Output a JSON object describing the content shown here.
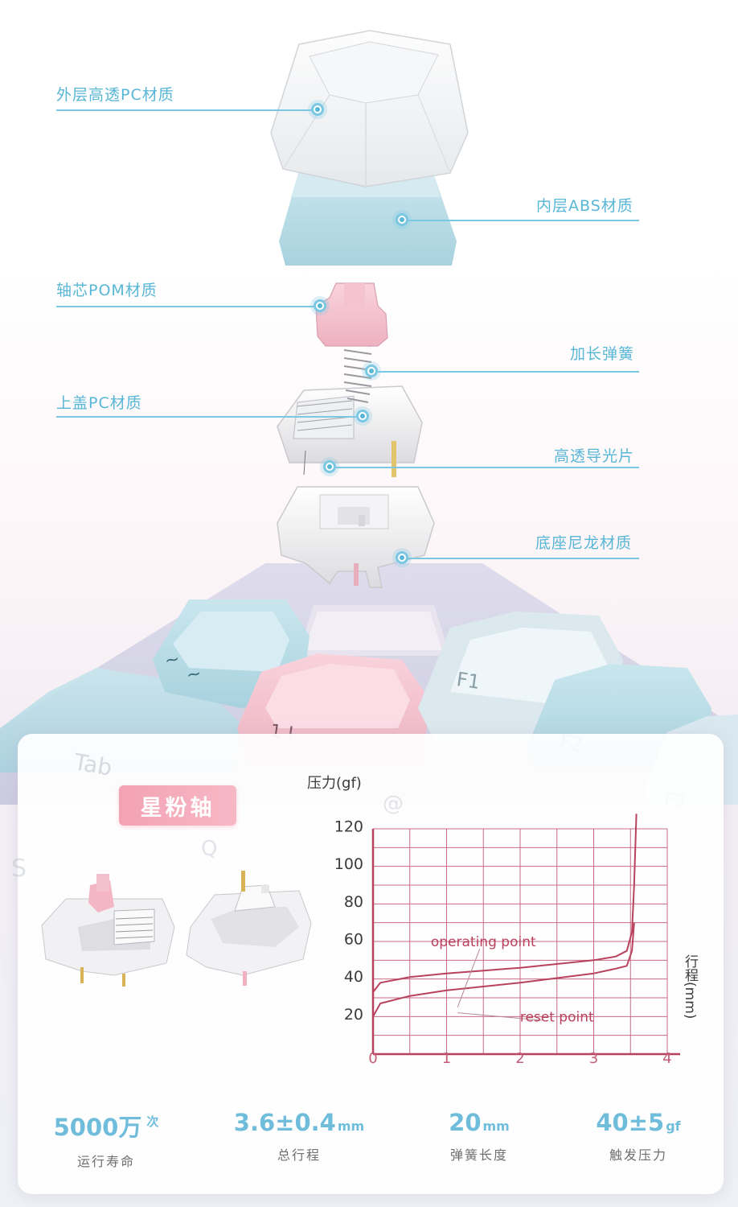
{
  "callouts": [
    {
      "id": "outer-pc",
      "label": "外层高透PC材质"
    },
    {
      "id": "inner-abs",
      "label": "内层ABS材质"
    },
    {
      "id": "stem-pom",
      "label": "轴芯POM材质"
    },
    {
      "id": "long-spring",
      "label": "加长弹簧"
    },
    {
      "id": "top-housing-pc",
      "label": "上盖PC材质"
    },
    {
      "id": "light-guide",
      "label": "高透导光片"
    },
    {
      "id": "base-nylon",
      "label": "底座尼龙材质"
    }
  ],
  "keycap_legends": {
    "tilde": "~",
    "tilde2": "~",
    "one": "1 !",
    "f1": "F1",
    "f2": "F2",
    "f3": "F3",
    "tab": "Tab",
    "q": "Q",
    "at": "@",
    "s": "S"
  },
  "badge": {
    "label": "星粉轴"
  },
  "chart_data": {
    "type": "line",
    "ylabel": "压力(gf)",
    "xlabel": "行程(mm)",
    "xlim": [
      0,
      4
    ],
    "ylim": [
      0,
      120
    ],
    "x_ticks": [
      "0",
      "1",
      "2",
      "3",
      "4"
    ],
    "y_ticks": [
      "20",
      "40",
      "60",
      "80",
      "100",
      "120"
    ],
    "grid": true,
    "series": [
      {
        "x": [
          0,
          0.1,
          0.5,
          1,
          1.5,
          2,
          2.5,
          3,
          3.3,
          3.45,
          3.52,
          3.55,
          3.58
        ],
        "y": [
          33,
          38,
          41,
          43,
          44.5,
          46,
          48,
          50,
          52,
          55,
          65,
          90,
          128
        ]
      },
      {
        "x": [
          0,
          0.1,
          0.5,
          1,
          1.5,
          2,
          2.5,
          3,
          3.3,
          3.45,
          3.52,
          3.55
        ],
        "y": [
          20,
          27,
          31,
          34,
          36,
          38,
          40.5,
          43,
          45.5,
          47,
          55,
          70
        ]
      }
    ],
    "annotations": [
      {
        "text": "operating point",
        "x": 1.5,
        "y": 60
      },
      {
        "text": "reset point",
        "x": 2.5,
        "y": 20
      }
    ],
    "colors": {
      "curve": "#b8425d",
      "grid": "#c86a84"
    }
  },
  "stats": [
    {
      "value": "5000万",
      "unit": "次",
      "label": "运行寿命"
    },
    {
      "value": "3.6±0.4",
      "unit": "mm",
      "label": "总行程"
    },
    {
      "value": "20",
      "unit": "mm",
      "label": "弹簧长度"
    },
    {
      "value": "40±5",
      "unit": "gf",
      "label": "触发压力"
    }
  ],
  "colors": {
    "accent_blue": "#58b6d6",
    "badge_pink": "#f3a2b3",
    "keycap_blue": "#bfe1ea",
    "keycap_pink": "#f6c6d3"
  }
}
